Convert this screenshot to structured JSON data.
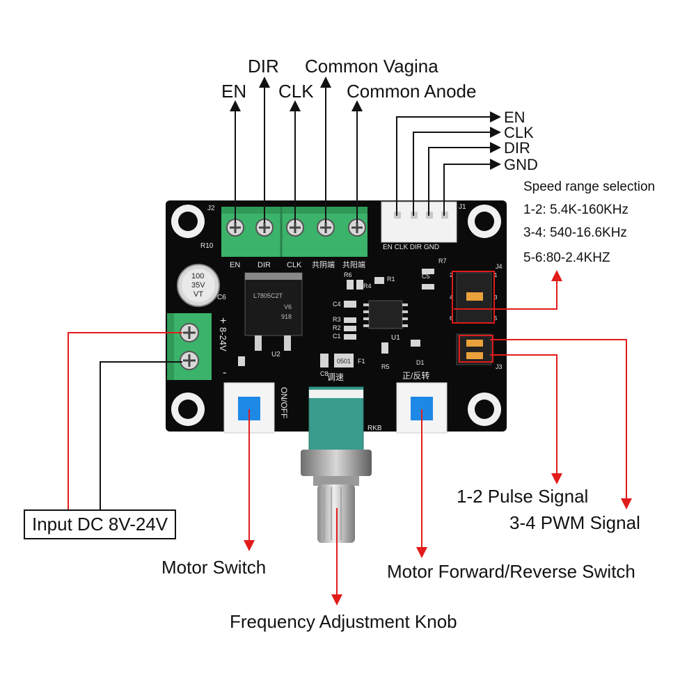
{
  "top_labels": {
    "en": "EN",
    "dir": "DIR",
    "clk": "CLK",
    "common_vagina": "Common Vagina",
    "common_anode": "Common Anode"
  },
  "right_labels": {
    "en": "EN",
    "clk": "CLK",
    "dir": "DIR",
    "gnd": "GND"
  },
  "speed_range": {
    "title": "Speed range selection",
    "r12": "1-2: 5.4K-160KHz",
    "r34": "3-4: 540-16.6KHz",
    "r56": "5-6:80-2.4KHZ"
  },
  "signals": {
    "pulse": "1-2 Pulse Signal",
    "pwm": "3-4 PWM Signal"
  },
  "bottom_labels": {
    "input": "Input DC 8V-24V",
    "motor_switch": "Motor Switch",
    "fwd_rev": "Motor Forward/Reverse Switch",
    "knob": "Frequency Adjustment Knob"
  },
  "board_silk": {
    "j2": "J2",
    "j1": "J1",
    "r10": "R10",
    "c6": "C6",
    "term_en": "EN",
    "term_dir": "DIR",
    "term_clk": "CLK",
    "term_cv": "共阴端",
    "term_ca": "共阳端",
    "hdr": "EN CLK DIR GND",
    "cap_line1": "100",
    "cap_line2": "35V",
    "cap_line3": "VT",
    "reg_line1": "L7805C2T",
    "reg_line2": "V6",
    "reg_line3": "918",
    "power_lbl": "8-24V",
    "plus": "+",
    "minus": "-",
    "u2": "U2",
    "u1": "U1",
    "r6": "R6",
    "r4": "R4",
    "r1": "R1",
    "c4": "C4",
    "r3": "R3",
    "r2": "R2",
    "c1": "C1",
    "r7": "R7",
    "c5": "C5",
    "j4": "J4",
    "j3": "J3",
    "c8": "C8",
    "f1": "F1",
    "r5": "R5",
    "d1": "D1",
    "fuse": "0501",
    "speed_cn": "调速",
    "fr_cn": "正/反转",
    "onoff": "ON/OFF",
    "rkb": "RKB",
    "pin1": "1",
    "pin2": "2",
    "pin3": "3",
    "pin4": "4",
    "pin5": "5",
    "pin6": "6"
  },
  "colors": {
    "board": "#0b0b0b",
    "terminal": "#3bb36a",
    "arrow_black": "#111111",
    "arrow_red": "#e21b1b",
    "button_blue": "#1e88e5",
    "pot_teal": "#3a9c8c",
    "silk": "#e8e8e8"
  }
}
